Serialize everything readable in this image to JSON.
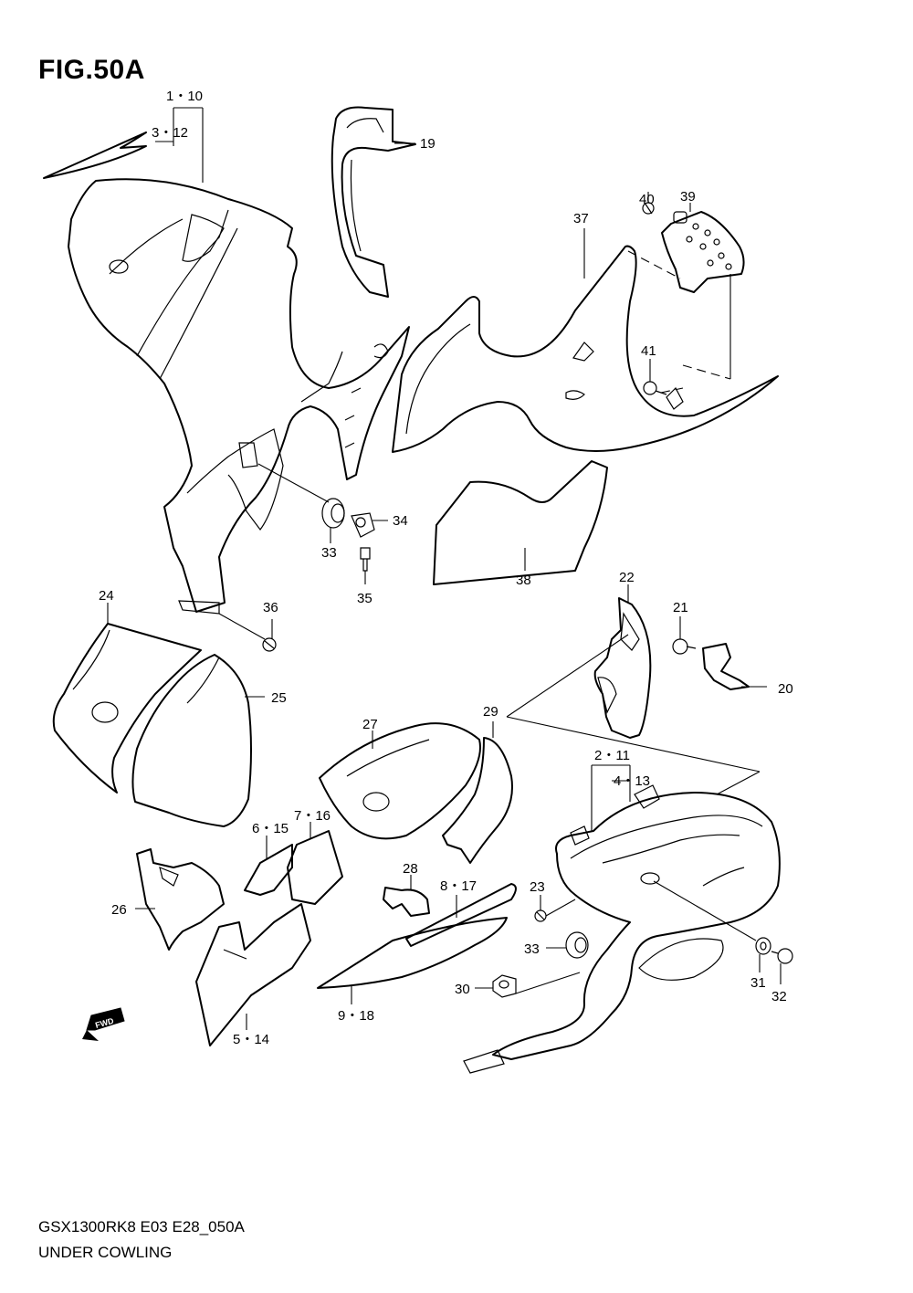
{
  "figure": {
    "title": "FIG.50A",
    "model_code": "GSX1300RK8 E03 E28_050A",
    "caption": "UNDER COWLING",
    "fwd_label": "FWD"
  },
  "callouts": [
    {
      "id": "c1",
      "text": "1・10"
    },
    {
      "id": "c2",
      "text": "3・12"
    },
    {
      "id": "c3",
      "text": "19"
    },
    {
      "id": "c4",
      "text": "40"
    },
    {
      "id": "c5",
      "text": "39"
    },
    {
      "id": "c6",
      "text": "37"
    },
    {
      "id": "c7",
      "text": "41"
    },
    {
      "id": "c8",
      "text": "34"
    },
    {
      "id": "c9",
      "text": "33"
    },
    {
      "id": "c10",
      "text": "35"
    },
    {
      "id": "c11",
      "text": "38"
    },
    {
      "id": "c12",
      "text": "36"
    },
    {
      "id": "c13",
      "text": "24"
    },
    {
      "id": "c14",
      "text": "22"
    },
    {
      "id": "c15",
      "text": "21"
    },
    {
      "id": "c16",
      "text": "20"
    },
    {
      "id": "c17",
      "text": "25"
    },
    {
      "id": "c18",
      "text": "27"
    },
    {
      "id": "c19",
      "text": "29"
    },
    {
      "id": "c20",
      "text": "2・11"
    },
    {
      "id": "c21",
      "text": "4・13"
    },
    {
      "id": "c22",
      "text": "6・15"
    },
    {
      "id": "c23",
      "text": "7・16"
    },
    {
      "id": "c24",
      "text": "28"
    },
    {
      "id": "c25",
      "text": "8・17"
    },
    {
      "id": "c26",
      "text": "23"
    },
    {
      "id": "c27",
      "text": "26"
    },
    {
      "id": "c28",
      "text": "33"
    },
    {
      "id": "c29",
      "text": "30"
    },
    {
      "id": "c30",
      "text": "31"
    },
    {
      "id": "c31",
      "text": "32"
    },
    {
      "id": "c32",
      "text": "9・18"
    },
    {
      "id": "c33",
      "text": "5・14"
    }
  ]
}
